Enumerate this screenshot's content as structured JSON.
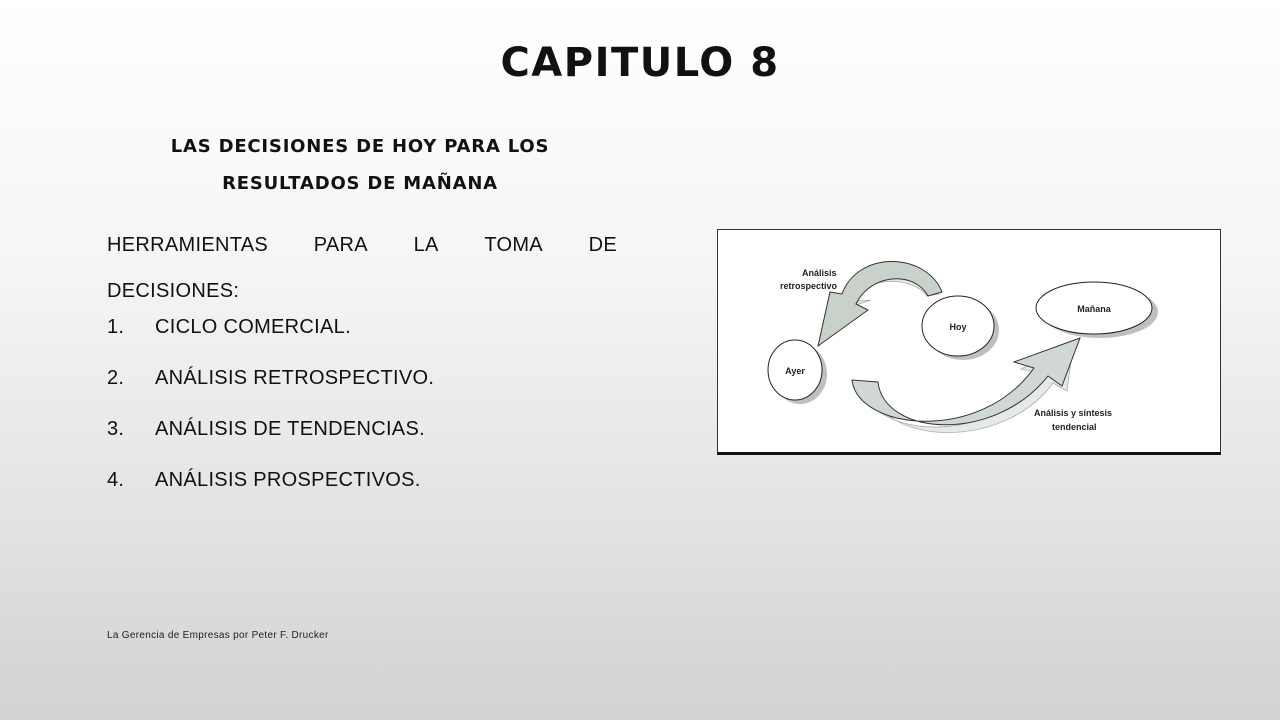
{
  "title": "CAPITULO 8",
  "subtitle": {
    "line1": "LAS DECISIONES DE HOY PARA LOS",
    "line2": "RESULTADOS DE MAÑANA"
  },
  "intro": {
    "words": [
      "HERRAMIENTAS",
      "PARA",
      "LA",
      "TOMA",
      "DE"
    ],
    "line2": "DECISIONES:"
  },
  "tools": [
    {
      "num": "1.",
      "label": "CICLO COMERCIAL."
    },
    {
      "num": "2.",
      "label": "ANÁLISIS RETROSPECTIVO."
    },
    {
      "num": "3.",
      "label": "ANÁLISIS DE TENDENCIAS."
    },
    {
      "num": "4.",
      "label": "ANÁLISIS PROSPECTIVOS."
    }
  ],
  "diagram": {
    "retro_label_1": "Análisis",
    "retro_label_2": "retrospectivo",
    "hoy": "Hoy",
    "manana": "Mañana",
    "ayer": "Ayer",
    "trend_label_1": "Análisis y síntesis",
    "trend_label_2": "tendencial"
  },
  "footer": "La Gerencia de Empresas por Peter F. Drucker"
}
